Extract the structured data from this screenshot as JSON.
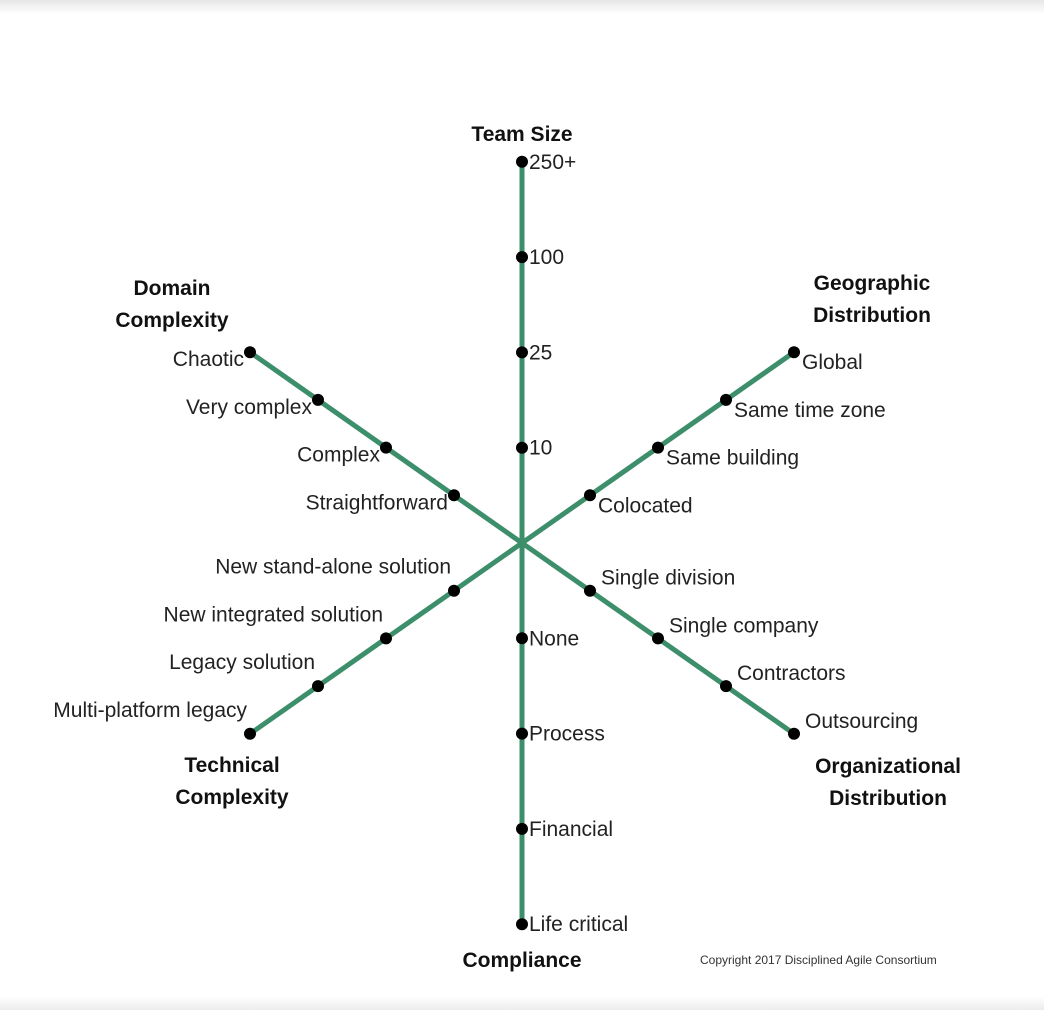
{
  "line_color": "#3d8f6b",
  "dot_color": "#000000",
  "axes": [
    {
      "id": "team-size",
      "title": [
        "Team Size"
      ],
      "points": [
        "10",
        "25",
        "100",
        "250+"
      ]
    },
    {
      "id": "geographic-distribution",
      "title": [
        "Geographic",
        "Distribution"
      ],
      "points": [
        "Colocated",
        "Same building",
        "Same time zone",
        "Global"
      ]
    },
    {
      "id": "organizational-distribution",
      "title": [
        "Organizational",
        "Distribution"
      ],
      "points": [
        "Single division",
        "Single company",
        "Contractors",
        "Outsourcing"
      ]
    },
    {
      "id": "compliance",
      "title": [
        "Compliance"
      ],
      "points": [
        "None",
        "Process",
        "Financial",
        "Life critical"
      ]
    },
    {
      "id": "technical-complexity",
      "title": [
        "Technical",
        "Complexity"
      ],
      "points": [
        "New stand-alone solution",
        "New integrated solution",
        "Legacy solution",
        "Multi-platform legacy"
      ]
    },
    {
      "id": "domain-complexity",
      "title": [
        "Domain",
        "Complexity"
      ],
      "points": [
        "Straightforward",
        "Complex",
        "Very complex",
        "Chaotic"
      ]
    }
  ],
  "copyright": "Copyright 2017 Disciplined Agile Consortium"
}
